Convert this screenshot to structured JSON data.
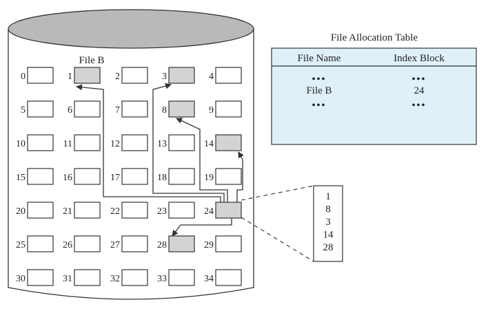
{
  "disk": {
    "file_label": "File B",
    "blocks": [
      {
        "num": "0"
      },
      {
        "num": "1",
        "used": true
      },
      {
        "num": "2"
      },
      {
        "num": "3",
        "used": true
      },
      {
        "num": "4"
      },
      {
        "num": "5"
      },
      {
        "num": "6"
      },
      {
        "num": "7"
      },
      {
        "num": "8",
        "used": true
      },
      {
        "num": "9"
      },
      {
        "num": "10"
      },
      {
        "num": "11"
      },
      {
        "num": "12"
      },
      {
        "num": "13"
      },
      {
        "num": "14",
        "used": true
      },
      {
        "num": "15"
      },
      {
        "num": "16"
      },
      {
        "num": "17"
      },
      {
        "num": "18"
      },
      {
        "num": "19"
      },
      {
        "num": "20"
      },
      {
        "num": "21"
      },
      {
        "num": "22"
      },
      {
        "num": "23"
      },
      {
        "num": "24",
        "used": true
      },
      {
        "num": "25"
      },
      {
        "num": "26"
      },
      {
        "num": "27"
      },
      {
        "num": "28",
        "used": true
      },
      {
        "num": "29"
      },
      {
        "num": "30"
      },
      {
        "num": "31"
      },
      {
        "num": "32"
      },
      {
        "num": "33"
      },
      {
        "num": "34"
      }
    ]
  },
  "fat": {
    "title": "File Allocation Table",
    "headers": [
      "File Name",
      "Index Block"
    ],
    "rows": [
      [
        "•••",
        "•••"
      ],
      [
        "File B",
        "24"
      ],
      [
        "•••",
        "•••"
      ]
    ],
    "fill": "#dff0f8"
  },
  "index_block": {
    "entries": [
      "1",
      "8",
      "3",
      "14",
      "28"
    ]
  }
}
